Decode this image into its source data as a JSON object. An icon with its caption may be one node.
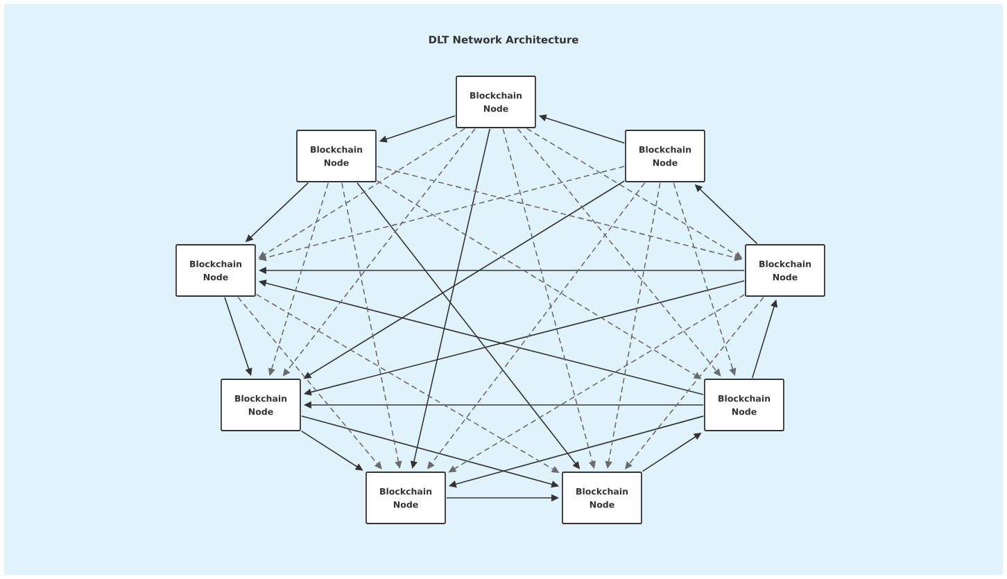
{
  "diagram": {
    "title": "DLT Network Architecture",
    "nodes": [
      {
        "text": [
          "Blockchain Node"
        ]
      },
      {
        "text": [
          "Blockchain Node"
        ]
      },
      {
        "text": [
          "Blockchain Node"
        ]
      },
      {
        "text": [
          "Blockchain Node"
        ]
      },
      {
        "text": [
          "Blockchain Node"
        ]
      },
      {
        "text": [
          "Blockchain Node"
        ]
      },
      {
        "text": [
          "Blockchain Node"
        ]
      },
      {
        "text": [
          "Blockchain Node"
        ]
      },
      {
        "text": [
          "Blockchain Node"
        ]
      }
    ],
    "edges": [
      {
        "from": 0,
        "to": 1,
        "arrow": "to"
      },
      {
        "from": 1,
        "to": 3,
        "arrow": "to"
      },
      {
        "from": 3,
        "to": 5,
        "arrow": "to"
      },
      {
        "from": 5,
        "to": 7,
        "arrow": "to"
      },
      {
        "from": 7,
        "to": 8,
        "arrow": "to"
      },
      {
        "from": 8,
        "to": 6,
        "arrow": "to"
      },
      {
        "from": 6,
        "to": 4,
        "arrow": "to"
      },
      {
        "from": 4,
        "to": 2,
        "arrow": "to"
      },
      {
        "from": 2,
        "to": 0,
        "arrow": "to"
      },
      {
        "from": 0,
        "to": 7,
        "arrow": "to"
      },
      {
        "from": 1,
        "to": 8,
        "arrow": "to"
      },
      {
        "from": 2,
        "to": 5,
        "arrow": "to"
      },
      {
        "from": 4,
        "to": 3,
        "arrow": "to"
      },
      {
        "from": 4,
        "to": 5,
        "arrow": "to"
      },
      {
        "from": 6,
        "to": 3,
        "arrow": "to"
      },
      {
        "from": 6,
        "to": 5,
        "arrow": "to"
      },
      {
        "from": 6,
        "to": 7,
        "arrow": "to"
      },
      {
        "from": 5,
        "to": 8,
        "arrow": "to"
      },
      {
        "from": 0,
        "to": 3,
        "arrow": "to",
        "style": "dashed",
        "color": "#6b6b6b"
      },
      {
        "from": 2,
        "to": 3,
        "arrow": "to",
        "style": "dashed",
        "color": "#6b6b6b"
      },
      {
        "from": 0,
        "to": 5,
        "arrow": "to",
        "style": "dashed",
        "color": "#6b6b6b"
      },
      {
        "from": 1,
        "to": 5,
        "arrow": "to",
        "style": "dashed",
        "color": "#6b6b6b"
      },
      {
        "from": 1,
        "to": 7,
        "arrow": "to",
        "style": "dashed",
        "color": "#6b6b6b"
      },
      {
        "from": 2,
        "to": 7,
        "arrow": "to",
        "style": "dashed",
        "color": "#6b6b6b"
      },
      {
        "from": 3,
        "to": 7,
        "arrow": "to",
        "style": "dashed",
        "color": "#6b6b6b"
      },
      {
        "from": 4,
        "to": 7,
        "arrow": "to",
        "style": "dashed",
        "color": "#6b6b6b"
      },
      {
        "from": 0,
        "to": 8,
        "arrow": "to",
        "style": "dashed",
        "color": "#6b6b6b"
      },
      {
        "from": 2,
        "to": 8,
        "arrow": "to",
        "style": "dashed",
        "color": "#6b6b6b"
      },
      {
        "from": 3,
        "to": 8,
        "arrow": "to",
        "style": "dashed",
        "color": "#6b6b6b"
      },
      {
        "from": 4,
        "to": 8,
        "arrow": "to",
        "style": "dashed",
        "color": "#6b6b6b"
      },
      {
        "from": 0,
        "to": 4,
        "arrow": "to",
        "style": "dashed",
        "color": "#6b6b6b"
      },
      {
        "from": 1,
        "to": 4,
        "arrow": "to",
        "style": "dashed",
        "color": "#6b6b6b"
      },
      {
        "from": 0,
        "to": 6,
        "arrow": "to",
        "style": "dashed",
        "color": "#6b6b6b"
      },
      {
        "from": 1,
        "to": 6,
        "arrow": "to",
        "style": "dashed",
        "color": "#6b6b6b"
      },
      {
        "from": 2,
        "to": 6,
        "arrow": "to",
        "style": "dashed",
        "color": "#6b6b6b"
      }
    ]
  }
}
